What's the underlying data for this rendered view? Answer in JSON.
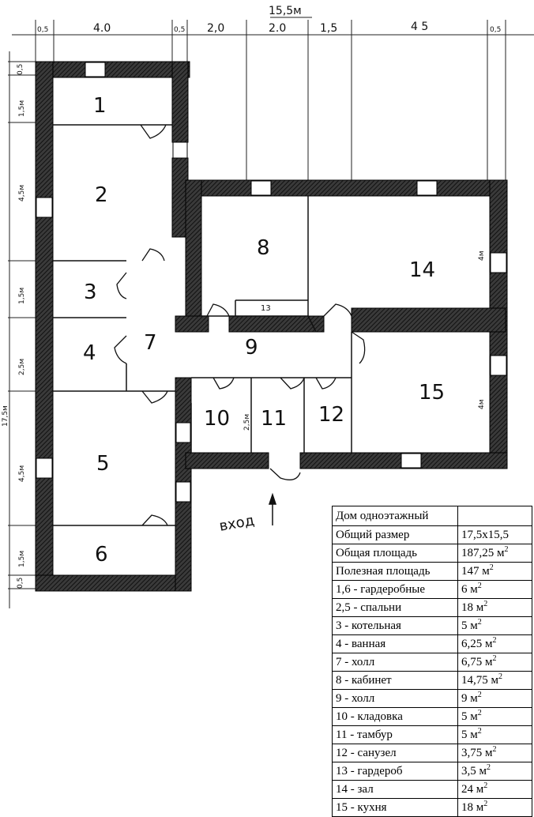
{
  "dimensions": {
    "top_total": "15,5м",
    "top_segments": [
      "0,5",
      "4.0",
      "0,5",
      "2,0",
      "2.0",
      "1,5",
      "4 5",
      "0,5"
    ],
    "left_total": "17,5м",
    "left_segments": [
      "0,5",
      "1,5м",
      "4,5м",
      "1,5м",
      "2,5м",
      "4,5м",
      "1,5м",
      "0,5"
    ],
    "right_room14": "4м",
    "right_room15": "4м",
    "room11_width": "2,5м"
  },
  "rooms": [
    {
      "num": "1"
    },
    {
      "num": "2"
    },
    {
      "num": "3"
    },
    {
      "num": "4"
    },
    {
      "num": "5"
    },
    {
      "num": "6"
    },
    {
      "num": "7"
    },
    {
      "num": "8"
    },
    {
      "num": "9"
    },
    {
      "num": "10"
    },
    {
      "num": "11"
    },
    {
      "num": "12"
    },
    {
      "num": "13"
    },
    {
      "num": "14"
    },
    {
      "num": "15"
    }
  ],
  "entrance_label": "вход",
  "legend": {
    "title": "Дом одноэтажный",
    "rows": [
      {
        "label": "Общий размер",
        "value": "17,5х15,5",
        "unit": ""
      },
      {
        "label": "Общая площадь",
        "value": "187,25 м",
        "unit": "2"
      },
      {
        "label": "Полезная площадь",
        "value": "147 м",
        "unit": "2"
      },
      {
        "label": "1,6 - гардеробные",
        "value": "6 м",
        "unit": "2"
      },
      {
        "label": "2,5 - спальни",
        "value": "18 м",
        "unit": "2"
      },
      {
        "label": "3 - котельная",
        "value": "5 м",
        "unit": "2"
      },
      {
        "label": "4 - ванная",
        "value": "6,25 м",
        "unit": "2"
      },
      {
        "label": "7 - холл",
        "value": "6,75 м",
        "unit": "2"
      },
      {
        "label": "8 - кабинет",
        "value": "14,75 м",
        "unit": "2"
      },
      {
        "label": "9 - холл",
        "value": "9 м",
        "unit": "2"
      },
      {
        "label": "10 - кладовка",
        "value": "5 м",
        "unit": "2"
      },
      {
        "label": "11 - тамбур",
        "value": "5 м",
        "unit": "2"
      },
      {
        "label": "12 - санузел",
        "value": "3,75 м",
        "unit": "2"
      },
      {
        "label": "13 - гардероб",
        "value": "3,5 м",
        "unit": "2"
      },
      {
        "label": "14 - зал",
        "value": "24 м",
        "unit": "2"
      },
      {
        "label": "15 - кухня",
        "value": "18 м",
        "unit": "2"
      }
    ]
  }
}
